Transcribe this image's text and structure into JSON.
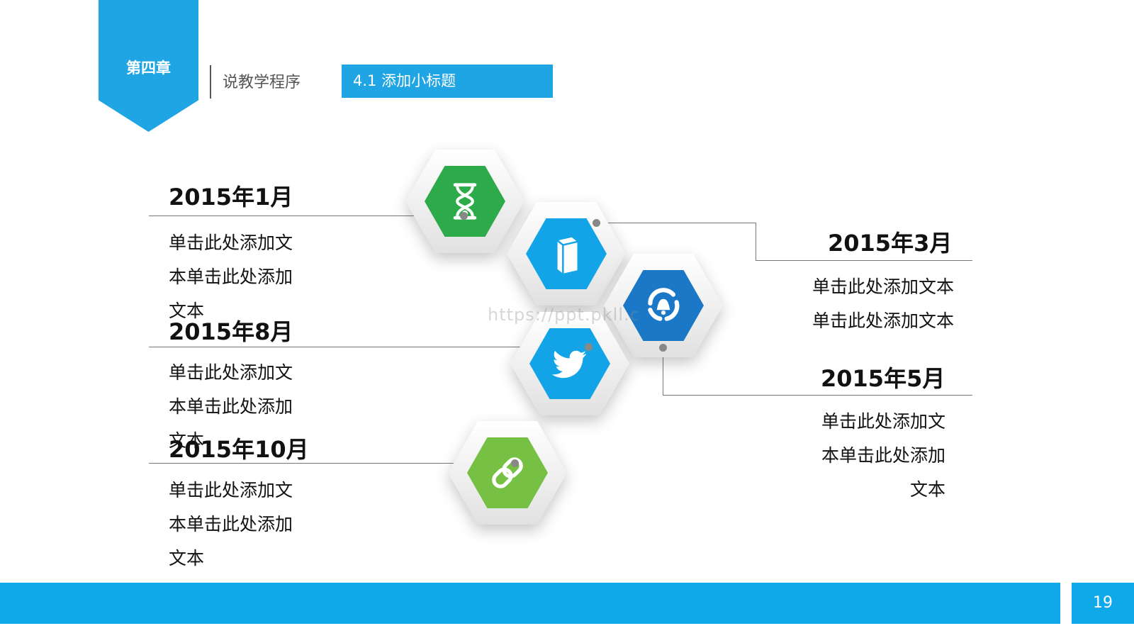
{
  "header": {
    "chapter": "第四章",
    "section": "说教学程序",
    "subtitle": "4.1  添加小标题"
  },
  "milestones": [
    {
      "date": "2015年1月",
      "text": "单击此处添加文本单击此处添加文本"
    },
    {
      "date": "2015年8月",
      "text": "单击此处添加文本单击此处添加文本"
    },
    {
      "date": "2015年10月",
      "text": "单击此处添加文本单击此处添加文本"
    },
    {
      "date": "2015年3月",
      "text": "单击此处添加文本单击此处添加文本"
    },
    {
      "date": "2015年5月",
      "text": "单击此处添加文本单击此处添加文本"
    }
  ],
  "icons": [
    {
      "name": "hourglass-icon",
      "color": "#2daa4a"
    },
    {
      "name": "book-icon",
      "color": "#12a4e6"
    },
    {
      "name": "bell-icon",
      "color": "#1a78c6"
    },
    {
      "name": "bird-icon",
      "color": "#12a4e6"
    },
    {
      "name": "link-icon",
      "color": "#76c043"
    }
  ],
  "watermark": "https://ppt.pkll.c",
  "footer": {
    "page_number": "19"
  },
  "colors": {
    "accent": "#1fa4e4",
    "footer": "#0fa8e8",
    "connector": "#777777"
  }
}
